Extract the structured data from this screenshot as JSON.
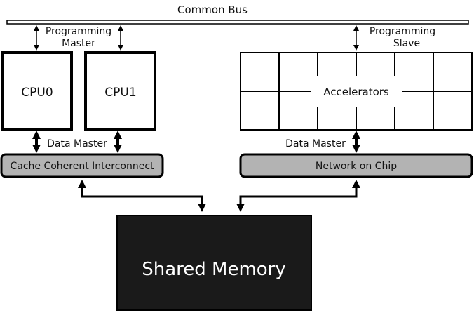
{
  "title": "Common Bus",
  "labels": {
    "programming_master_line1": "Programming",
    "programming_master_line2": "Master",
    "programming_slave_line1": "Programming",
    "programming_slave_line2": "Slave",
    "data_master_left": "Data Master",
    "data_master_right": "Data Master"
  },
  "blocks": {
    "cpu0": "CPU0",
    "cpu1": "CPU1",
    "accelerators": "Accelerators",
    "cache_interconnect": "Cache Coherent Interconnect",
    "noc": "Network on Chip",
    "shared_memory": "Shared Memory"
  },
  "colors": {
    "interconnect_fill": "#b3b3b3",
    "memory_fill": "#1a1a1a",
    "memory_text": "#ffffff",
    "line": "#000000"
  }
}
